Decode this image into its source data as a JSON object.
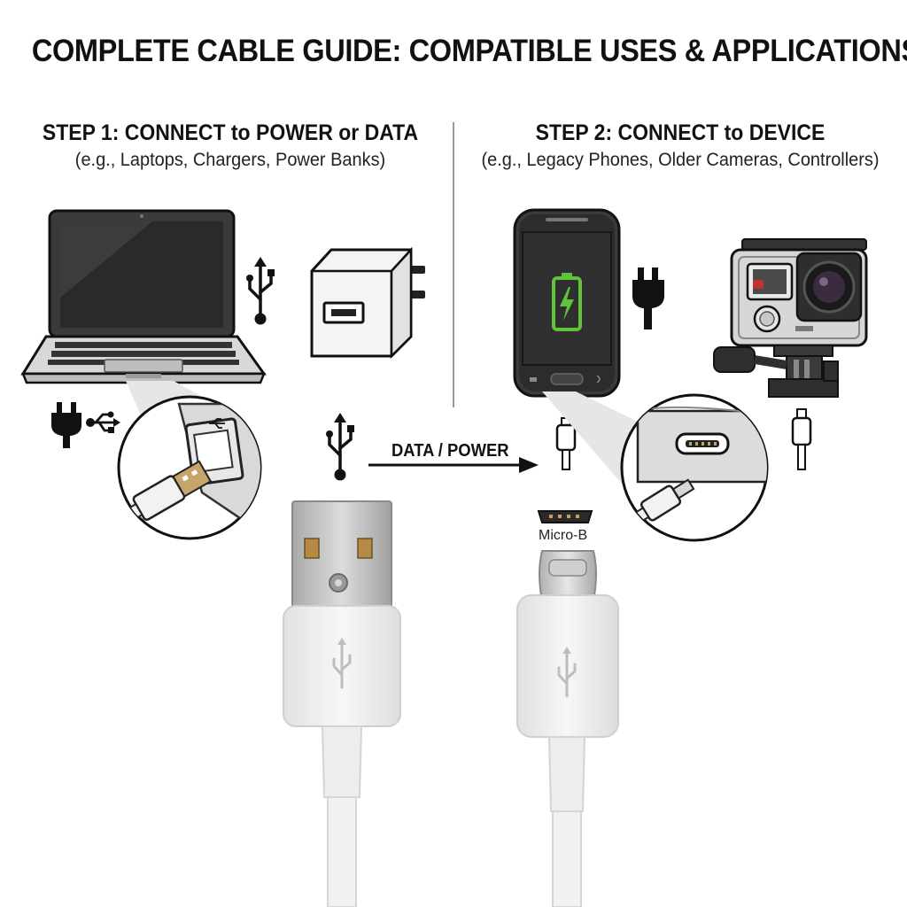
{
  "title": "COMPLETE CABLE GUIDE: COMPATIBLE USES & APPLICATIONS",
  "step1": {
    "heading": "STEP 1: CONNECT to POWER or DATA",
    "subtitle": "(e.g., Laptops, Chargers, Power Banks)"
  },
  "step2": {
    "heading": "STEP 2: CONNECT to DEVICE",
    "subtitle": "(e.g., Legacy Phones, Older Cameras, Controllers)"
  },
  "arrow_label": "DATA / POWER",
  "connector_label": "Micro-B",
  "icons": [
    "laptop-icon",
    "usb-symbol-icon",
    "wall-charger-icon",
    "power-plug-icon",
    "smartphone-icon",
    "battery-charging-icon",
    "action-camera-icon",
    "usb-a-connector",
    "micro-b-connector",
    "micro-b-port-icon"
  ],
  "colors": {
    "battery_green": "#5ec43a",
    "cable_white": "#f3f3f3",
    "metal": "#c9c9c9"
  }
}
